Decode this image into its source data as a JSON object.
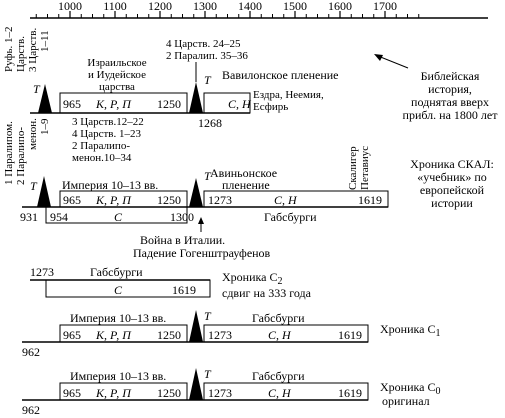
{
  "scale": {
    "ticks": [
      "1000",
      "1100",
      "1200",
      "1300",
      "1400",
      "1500",
      "1600",
      "1700"
    ]
  },
  "bible": {
    "left_vertical": [
      "Руфь. 1–2",
      "Царств.",
      "3 Царств.",
      "1–11"
    ],
    "kingdom_label": [
      "Израильское",
      "и Иудейское",
      "царства"
    ],
    "top_refs": [
      "4 Царств. 24–25",
      "2 Паралип. 35–36"
    ],
    "captivity": "Вавилонское пленение",
    "books": [
      "Ездра, Неемия,",
      "Есфирь"
    ],
    "year_965": "965",
    "kpp": "К, Р, П",
    "year_1250": "1250",
    "ch": "С, Н",
    "year_1268": "1268",
    "t_label": "T",
    "below_refs": [
      "3 Царств.12–22",
      "4 Царств. 1–23",
      "2 Паралипо-",
      "менон.10–34"
    ],
    "left_vertical2": [
      "1 Паралипом.",
      "2 Паралипо-",
      "менон.",
      "1–9"
    ],
    "note": [
      "Библейская",
      "история,",
      "поднятая вверх",
      "прибл. на 1800 лет"
    ]
  },
  "skal": {
    "empire": "Империя 10–13 вв.",
    "avignon": [
      "Авиньонское",
      "пленение"
    ],
    "scaliger": [
      "Скалигер",
      "Петавиус"
    ],
    "year_931": "931",
    "year_954": "954",
    "c_label": "С",
    "year_1300": "1300",
    "year_1273": "1273",
    "habsburgs": "Габсбурги",
    "year_1619": "1619",
    "war": [
      "Война в Италии.",
      "Падение Гогенштрауфенов"
    ],
    "note": [
      "Хроника СКАЛ:",
      "«учебник» по",
      "европейской",
      "истории"
    ]
  },
  "c2": {
    "year_1273": "1273",
    "habsburgs": "Габсбурги",
    "c_label": "С",
    "year_1619": "1619",
    "title": "Хроника С",
    "title_sub": "2",
    "shift": "сдвиг на 333 года"
  },
  "c1": {
    "empire": "Империя 10–13 вв.",
    "habsburgs": "Габсбурги",
    "title": "Хроника С",
    "title_sub": "1",
    "year_962": "962"
  },
  "c0": {
    "empire": "Империя 10–13 вв.",
    "habsburgs": "Габсбурги",
    "title": "Хроника С",
    "title_sub": "0",
    "subtitle": "оригинал",
    "year_962": "962"
  }
}
